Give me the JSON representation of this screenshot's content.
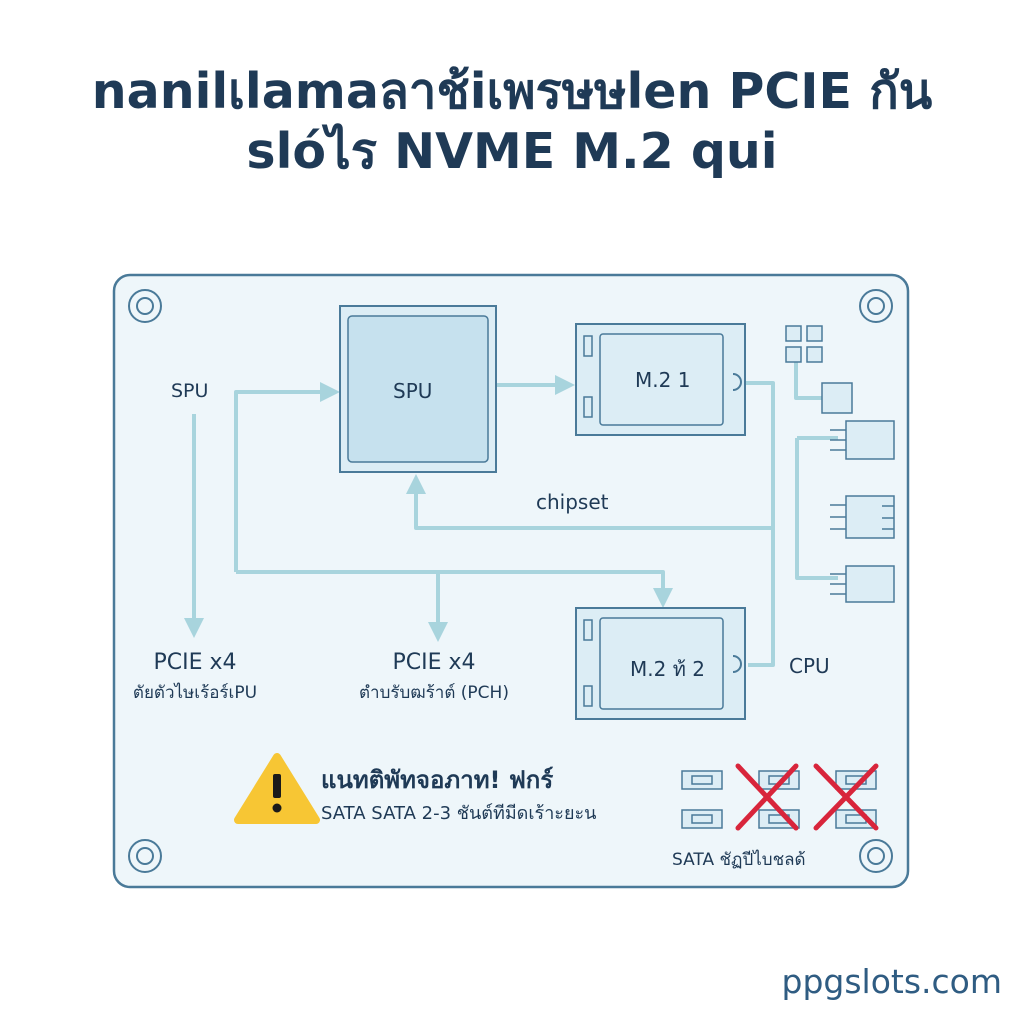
{
  "title": {
    "line1": "nanilเlamaลาช้iเพรษษlen PCIE กัน",
    "line2": "slóไร NVME M.2 qui"
  },
  "board": {
    "spu_left_label": "SPU",
    "spu_chip_label": "SPU",
    "m2_1_label": "M.2 1",
    "m2_2_label": "M.2 ท้ 2",
    "chipset_label": "chipset",
    "cpu_label": "CPU",
    "pcie_cpu": {
      "line1": "PCIE x4",
      "line2": "ตัยตัวไษเร้อร์เPU"
    },
    "pcie_pch": {
      "line1": "PCIE x4",
      "line2": "ตำบรับฒร้าต์ (PCH)"
    }
  },
  "warning": {
    "title": "แนทติพัทจอภาท! ฟกร์",
    "text": "SATA SATA 2-3 ชันต์ทีมีดเร้าะยะน"
  },
  "sata": {
    "label": "SATA ชัฏปีไบชลด้"
  },
  "brand": "ppgslots.com",
  "colors": {
    "primary_text": "#1f3a56",
    "line": "#a8d4dd",
    "chip_fill": "#dcedf5",
    "outline": "#4a7a99",
    "warning": "#f7c634",
    "cross": "#d8253b"
  }
}
